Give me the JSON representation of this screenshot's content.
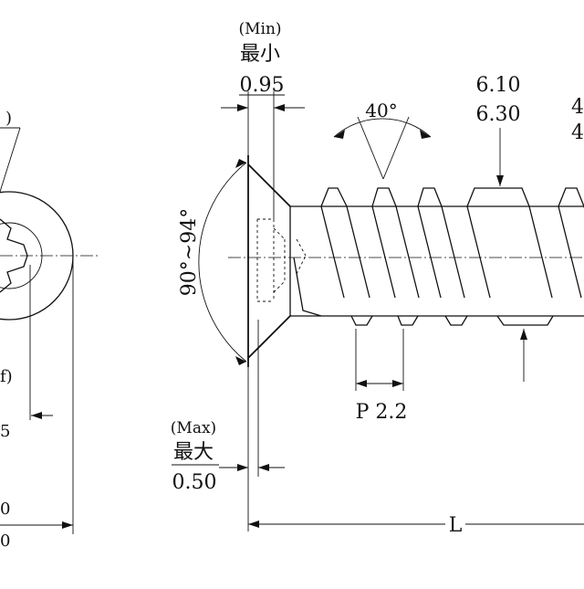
{
  "labels": {
    "min_en": "(Min)",
    "min_cn": "最小",
    "min_val": "0.95",
    "max_en": "(Max)",
    "max_cn": "最大",
    "max_val": "0.50",
    "thread_angle": "40°",
    "countersink_angle": "90°~94°",
    "major_dia_1": "6.10",
    "major_dia_2": "6.30",
    "pitch": "P 2.2",
    "length": "L",
    "edge_right_1": "4",
    "edge_right_2": "4",
    "edge_left_1": ")",
    "edge_left_2": "f)",
    "edge_left_3": "5",
    "edge_left_4": "0",
    "edge_left_5": "0"
  }
}
